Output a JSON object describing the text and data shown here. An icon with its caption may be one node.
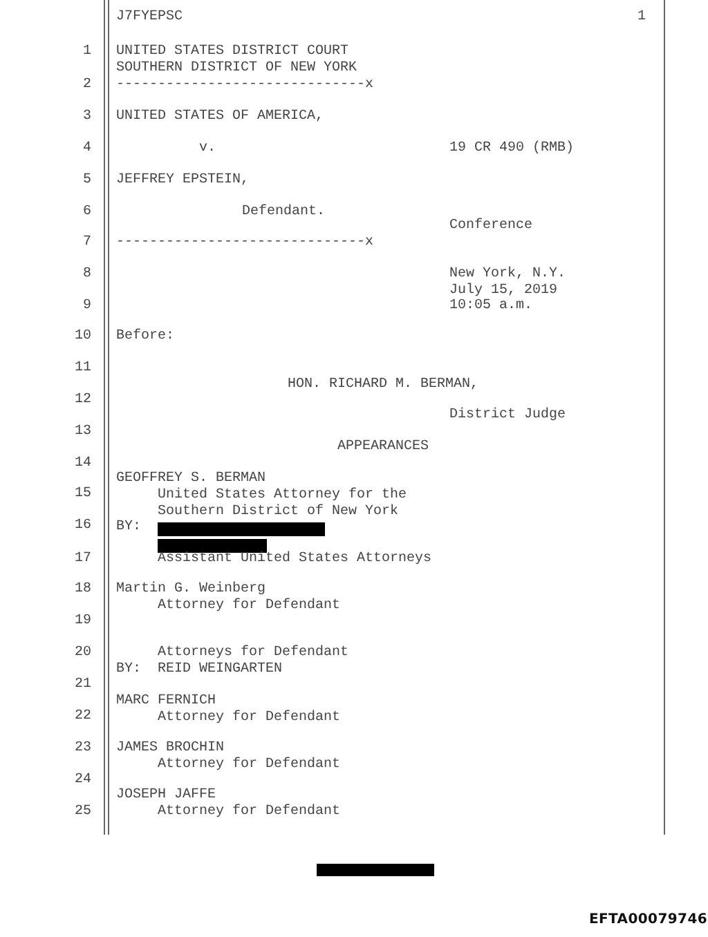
{
  "diagram": {
    "labels": [
      "J7FYEPSC",
      "1",
      "1",
      "UNITED STATES DISTRICT COURT SOUTHERN DISTRICT OF NEW YORK",
      "2",
      "------------------------------x",
      "3",
      "UNITED STATES OF AMERICA,",
      "4",
      "v.",
      "19 CR 490 (RMB)",
      "5",
      "JEFFREY EPSTEIN,",
      "6",
      "Defendant.",
      "Conference",
      "7",
      "------------------------------x",
      "8",
      "New York, N.Y. July 15, 2019 10:05 a.m.",
      "9",
      "10",
      "Before:",
      "11",
      "HON. RICHARD M. BERMAN,",
      "12",
      "District Judge",
      "13",
      "APPEARANCES",
      "14",
      "GEOFFREY S. BERMAN",
      "15",
      "United States Attorney for the Southern District of New York",
      "16",
      "BY:",
      "17",
      "Assistant United States Attorneys",
      "18",
      "Martin G. Weinberg",
      "Attorney for Defendant",
      "19",
      "20",
      "Attorneys for Defendant",
      "BY:  REID WEINGARTEN",
      "21",
      "MARC FERNICH",
      "22",
      "Attorney for Defendant",
      "23",
      "JAMES BROCHIN",
      "Attorney for Defendant",
      "24",
      "JOSEPH JAFFE",
      "25",
      "Attorney for Defendant",
      "EFTA00079746"
    ]
  }
}
